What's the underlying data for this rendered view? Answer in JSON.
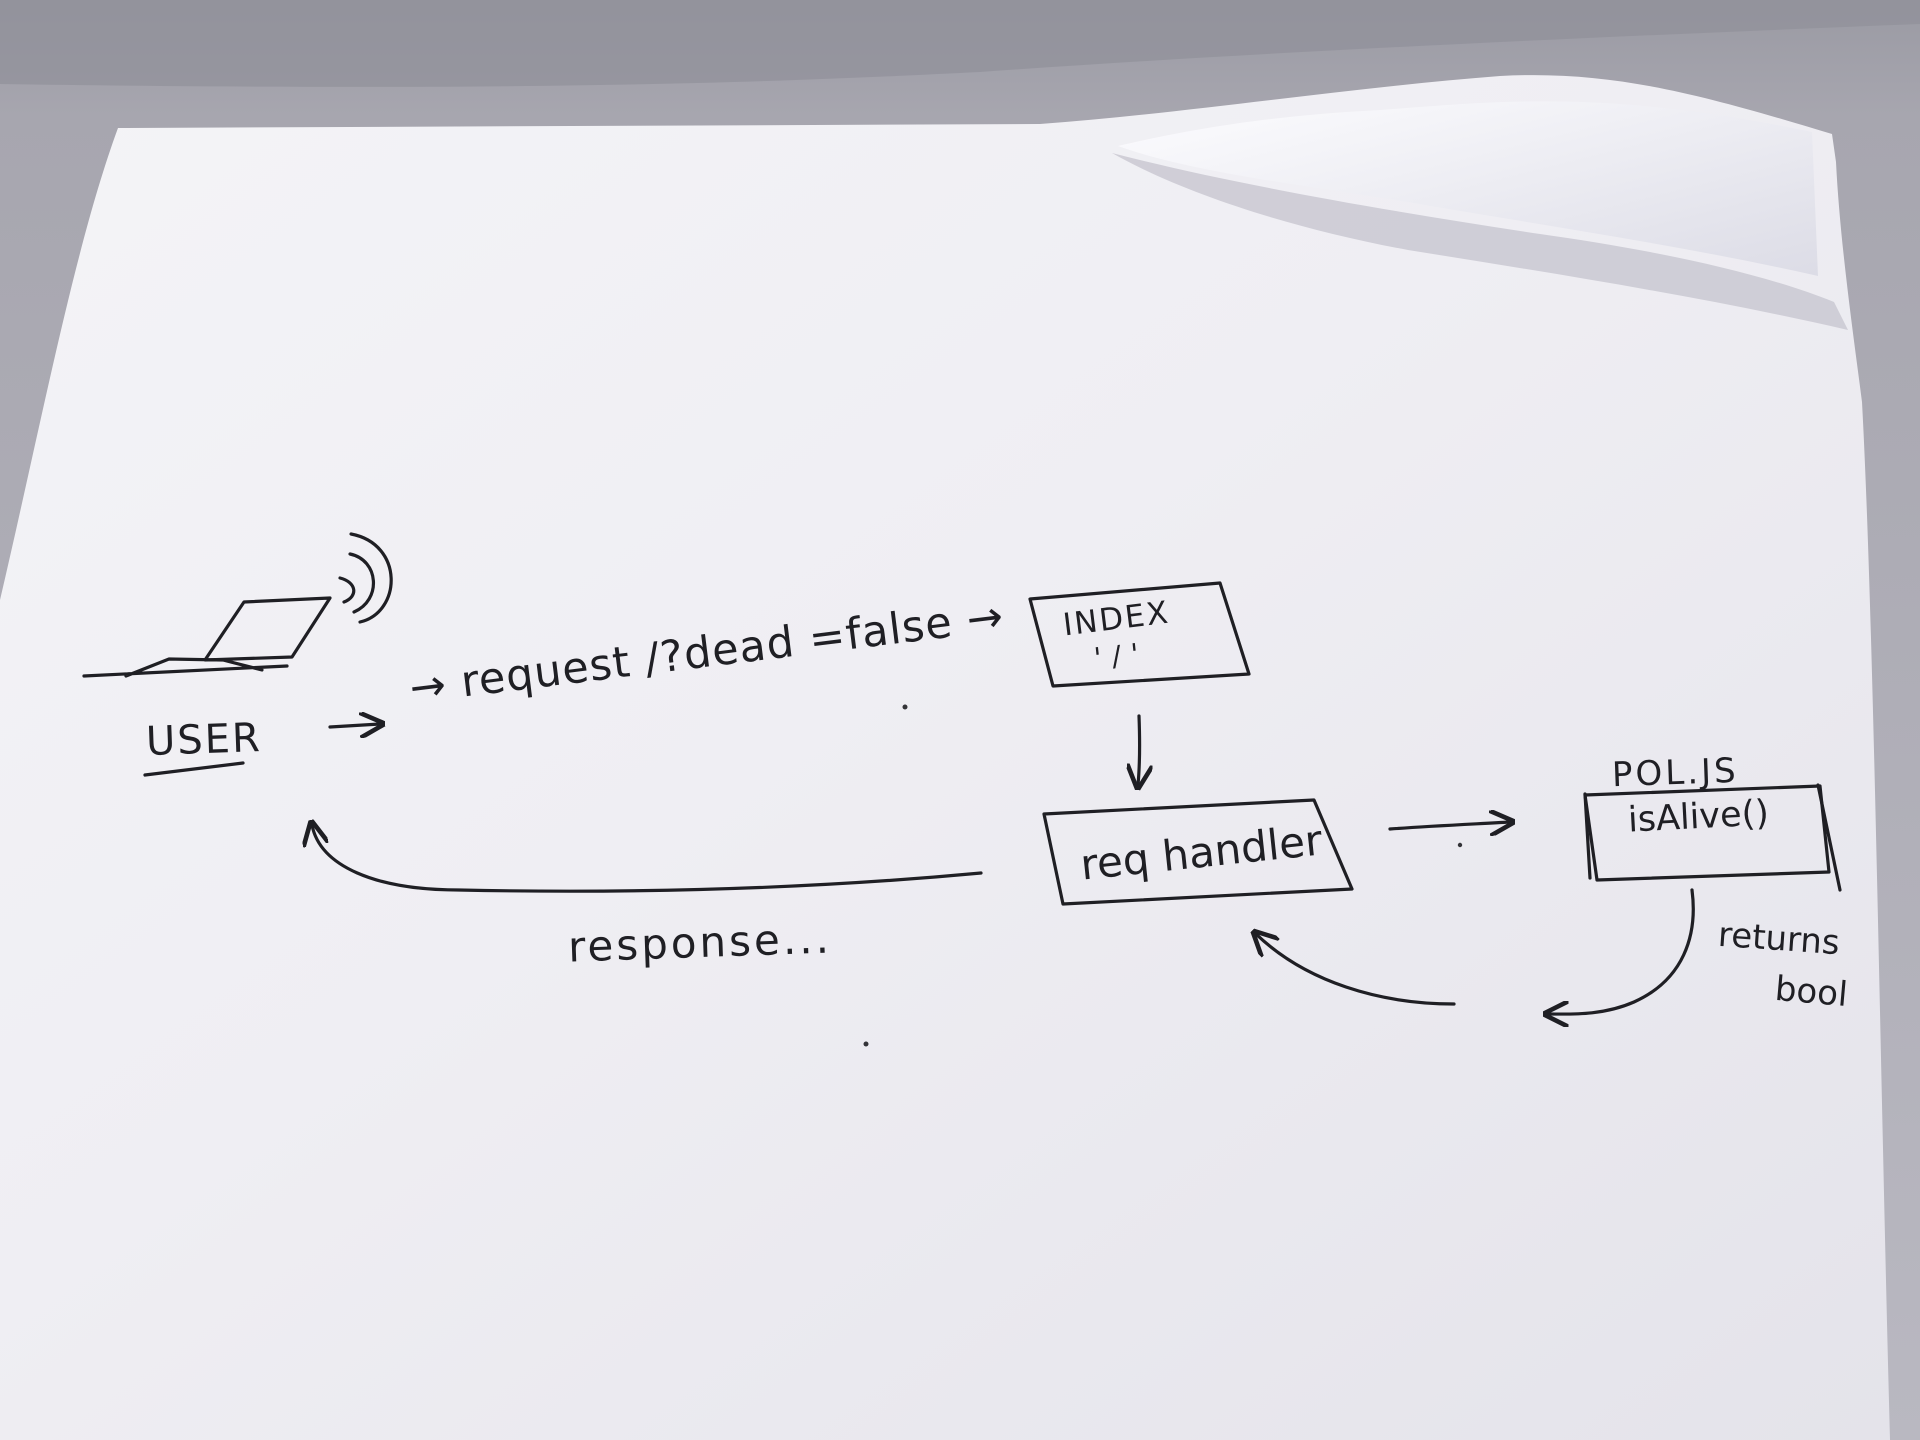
{
  "labels": {
    "user": "USER",
    "request": "→ request /?dead =false →",
    "index": "INDEX",
    "index_path": "'/'",
    "req_handler": "req handler",
    "pol_js": "POL.JS",
    "is_alive": "isAlive()",
    "response": "response...",
    "returns": "returns",
    "bool": "bool"
  },
  "colors": {
    "background": "#a9a8b1",
    "paper": "#f1f0f4",
    "ink": "#1f1f24"
  }
}
